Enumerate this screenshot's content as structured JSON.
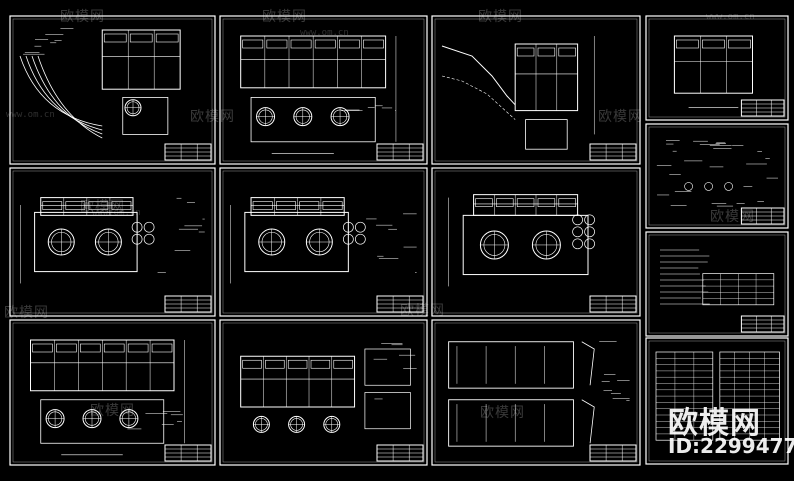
{
  "image": {
    "background": "#000000",
    "line_color": "#ffffff",
    "accent_color": "#9a9a9a"
  },
  "watermark": {
    "brand_text": "欧模网",
    "site_text": "www.om.cn",
    "id_text": "ID:2299477"
  },
  "sheets": [
    {
      "name": "sheet-1",
      "content": "plan-with-penstocks"
    },
    {
      "name": "sheet-2",
      "content": "elevation-with-units"
    },
    {
      "name": "sheet-3",
      "content": "cross-section-terrain"
    },
    {
      "name": "sheet-4",
      "content": "small-elevation"
    },
    {
      "name": "sheet-5",
      "content": "plan-two-turbines"
    },
    {
      "name": "sheet-6",
      "content": "plan-two-turbines"
    },
    {
      "name": "sheet-7",
      "content": "plan-two-turbines-wide"
    },
    {
      "name": "sheet-8",
      "content": "detail-notes"
    },
    {
      "name": "sheet-9",
      "content": "text-notes"
    },
    {
      "name": "sheet-10",
      "content": "elevation-with-units"
    },
    {
      "name": "sheet-11",
      "content": "section-with-details"
    },
    {
      "name": "sheet-12",
      "content": "double-section"
    },
    {
      "name": "sheet-13",
      "content": "table-sheet"
    }
  ]
}
